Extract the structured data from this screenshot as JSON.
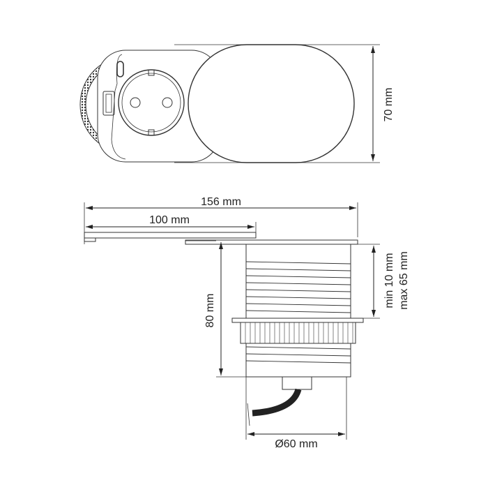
{
  "top_view": {
    "height_dim": "70 mm"
  },
  "side_view": {
    "total_length_dim": "156 mm",
    "lid_length_dim": "100 mm",
    "depth_dim": "80 mm",
    "clamp_min": "min 10 mm",
    "clamp_max": "max 65 mm",
    "diameter_dim": "Ø60 mm"
  },
  "colors": {
    "line": "#333333",
    "cable": "#222222"
  }
}
